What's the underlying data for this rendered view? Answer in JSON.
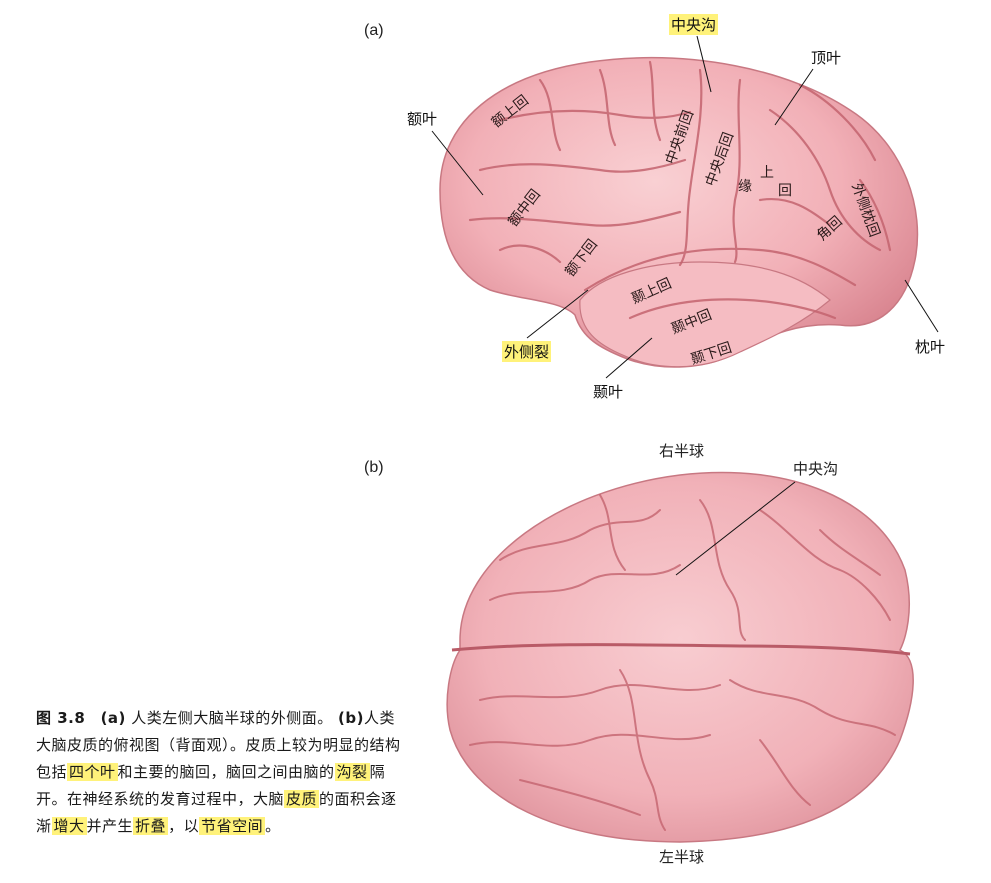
{
  "panel_a": {
    "panel_label": "(a)",
    "lobes": {
      "frontal": "额叶",
      "parietal": "顶叶",
      "occipital": "枕叶",
      "temporal": "颞叶"
    },
    "sulci": {
      "central": "中央沟",
      "lateral": "外侧裂"
    },
    "gyri": {
      "superior_frontal": "额上回",
      "middle_frontal": "额中回",
      "inferior_frontal": "额下回",
      "precentral": "中央前回",
      "postcentral": "中央后回",
      "supramarginal_1": "缘",
      "supramarginal_2": "上",
      "supramarginal_3": "回",
      "angular": "角回",
      "lateral_occipital": "外侧枕回",
      "superior_temporal": "颞上回",
      "middle_temporal": "颞中回",
      "inferior_temporal": "颞下回"
    }
  },
  "panel_b": {
    "panel_label": "(b)",
    "right_hemisphere": "右半球",
    "left_hemisphere": "左半球",
    "central_sulcus": "中央沟"
  },
  "caption": {
    "figure_number": "图 3.8",
    "part_a_marker": "(a)",
    "part_a_text": "人类左侧大脑半球的外侧面。",
    "part_b_marker": "(b)",
    "part_b_text_1": "人类大脑皮质的俯视图（背面观）。皮质上较为明显的结构包括",
    "hl_four_lobes": "四个叶",
    "part_b_text_2": "和主要的脑回，脑回之间由脑的",
    "hl_fissures": "沟裂",
    "part_b_text_3": "隔开。在神经系统的发育过程中，大脑",
    "hl_cortex": "皮质",
    "part_b_text_4": "的面积会逐渐",
    "hl_enlarge": "增大",
    "part_b_text_5": "并产生",
    "hl_fold": "折叠",
    "part_b_text_6": "，以",
    "hl_save_space": "节省空间",
    "part_b_text_7": "。"
  },
  "colors": {
    "highlight": "#fff27a",
    "brain_fill": "#f4b6bb",
    "brain_shade": "#e58d97",
    "sulcus_line": "#c4646f"
  }
}
